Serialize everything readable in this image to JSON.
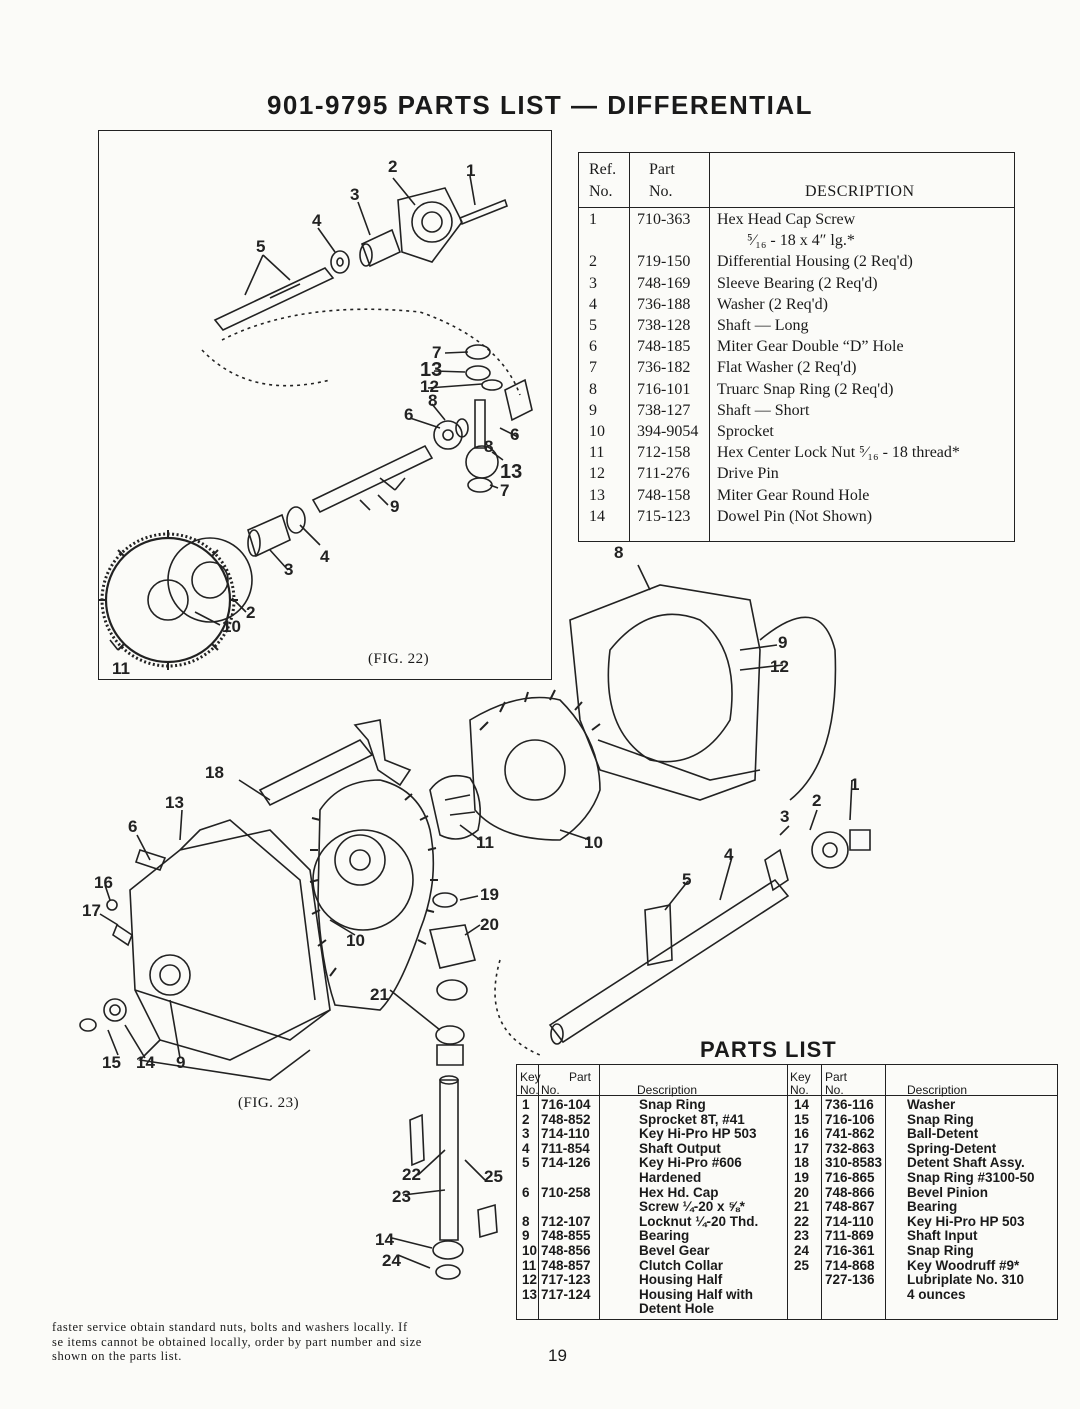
{
  "title": "901-9795 PARTS LIST — DIFFERENTIAL",
  "fig22_caption": "(FIG. 22)",
  "fig23_caption": "(FIG. 23)",
  "fig22_callouts": [
    "2",
    "1",
    "3",
    "4",
    "5",
    "7",
    "13",
    "12",
    "8",
    "6",
    "6",
    "8",
    "13",
    "7",
    "9",
    "4",
    "3",
    "2",
    "10",
    "11"
  ],
  "fig23_callouts": [
    "8",
    "9",
    "12",
    "18",
    "1",
    "13",
    "2",
    "3",
    "6",
    "11",
    "10",
    "4",
    "16",
    "5",
    "17",
    "19",
    "20",
    "10",
    "21",
    "15",
    "14",
    "9",
    "22",
    "25",
    "23",
    "14",
    "24"
  ],
  "table1": {
    "headers": {
      "ref1": "Ref.",
      "ref2": "No.",
      "part1": "Part",
      "part2": "No.",
      "desc": "DESCRIPTION"
    },
    "rows": [
      {
        "ref": "1",
        "part": "710-363",
        "desc": "Hex Head Cap Screw"
      },
      {
        "ref": "",
        "part": "",
        "desc": "⁵⁄₁₆ - 18 x 4″ lg.*"
      },
      {
        "ref": "2",
        "part": "719-150",
        "desc": "Differential Housing (2 Req'd)"
      },
      {
        "ref": "3",
        "part": "748-169",
        "desc": "Sleeve Bearing (2 Req'd)"
      },
      {
        "ref": "4",
        "part": "736-188",
        "desc": "Washer (2 Req'd)"
      },
      {
        "ref": "5",
        "part": "738-128",
        "desc": "Shaft — Long"
      },
      {
        "ref": "6",
        "part": "748-185",
        "desc": "Miter Gear Double “D” Hole"
      },
      {
        "ref": "7",
        "part": "736-182",
        "desc": "Flat Washer (2 Req'd)"
      },
      {
        "ref": "8",
        "part": "716-101",
        "desc": "Truarc Snap Ring (2 Req'd)"
      },
      {
        "ref": "9",
        "part": "738-127",
        "desc": "Shaft — Short"
      },
      {
        "ref": "10",
        "part": "394-9054",
        "desc": "Sprocket"
      },
      {
        "ref": "11",
        "part": "712-158",
        "desc": "Hex Center Lock Nut ⁵⁄₁₆ - 18 thread*"
      },
      {
        "ref": "12",
        "part": "711-276",
        "desc": "Drive Pin"
      },
      {
        "ref": "13",
        "part": "748-158",
        "desc": "Miter Gear Round Hole"
      },
      {
        "ref": "14",
        "part": "715-123",
        "desc": "Dowel Pin (Not Shown)"
      }
    ]
  },
  "table2": {
    "title": "PARTS LIST",
    "headers": {
      "key1": "Key",
      "key2": "No.",
      "part1": "Part",
      "part2": "No.",
      "desc": "Description"
    },
    "left_rows": [
      {
        "key": "1",
        "part": "716-104",
        "desc": "Snap Ring"
      },
      {
        "key": "2",
        "part": "748-852",
        "desc": "Sprocket 8T, #41"
      },
      {
        "key": "3",
        "part": "714-110",
        "desc": "Key Hi-Pro HP 503"
      },
      {
        "key": "4",
        "part": "711-854",
        "desc": "Shaft Output"
      },
      {
        "key": "5",
        "part": "714-126",
        "desc": "Key Hi-Pro #606"
      },
      {
        "key": "",
        "part": "",
        "desc": "Hardened"
      },
      {
        "key": "6",
        "part": "710-258",
        "desc": "Hex Hd. Cap"
      },
      {
        "key": "",
        "part": "",
        "desc": "Screw ¼-20 x ⅝*"
      },
      {
        "key": "8",
        "part": "712-107",
        "desc": "Locknut ¼-20 Thd."
      },
      {
        "key": "9",
        "part": "748-855",
        "desc": "Bearing"
      },
      {
        "key": "10",
        "part": "748-856",
        "desc": "Bevel Gear"
      },
      {
        "key": "11",
        "part": "748-857",
        "desc": "Clutch Collar"
      },
      {
        "key": "12",
        "part": "717-123",
        "desc": "Housing Half"
      },
      {
        "key": "13",
        "part": "717-124",
        "desc": "Housing Half with"
      },
      {
        "key": "",
        "part": "",
        "desc": "Detent Hole"
      }
    ],
    "right_rows": [
      {
        "key": "14",
        "part": "736-116",
        "desc": "Washer"
      },
      {
        "key": "15",
        "part": "716-106",
        "desc": "Snap Ring"
      },
      {
        "key": "16",
        "part": "741-862",
        "desc": "Ball-Detent"
      },
      {
        "key": "17",
        "part": "732-863",
        "desc": "Spring-Detent"
      },
      {
        "key": "18",
        "part": "310-8583",
        "desc": "Detent Shaft Assy."
      },
      {
        "key": "19",
        "part": "716-865",
        "desc": "Snap Ring #3100-50"
      },
      {
        "key": "20",
        "part": "748-866",
        "desc": "Bevel Pinion"
      },
      {
        "key": "21",
        "part": "748-867",
        "desc": "Bearing"
      },
      {
        "key": "22",
        "part": "714-110",
        "desc": "Key Hi-Pro HP 503"
      },
      {
        "key": "23",
        "part": "711-869",
        "desc": "Shaft Input"
      },
      {
        "key": "24",
        "part": "716-361",
        "desc": "Snap Ring"
      },
      {
        "key": "25",
        "part": "714-868",
        "desc": "Key Woodruff #9*"
      },
      {
        "key": "",
        "part": "727-136",
        "desc": "Lubriplate No. 310"
      },
      {
        "key": "",
        "part": "",
        "desc": "4 ounces"
      }
    ]
  },
  "footnote": [
    "faster service obtain standard nuts, bolts and washers locally. If",
    "se items cannot be obtained locally, order by part number and size",
    "shown on the parts list."
  ],
  "page_number": "19"
}
